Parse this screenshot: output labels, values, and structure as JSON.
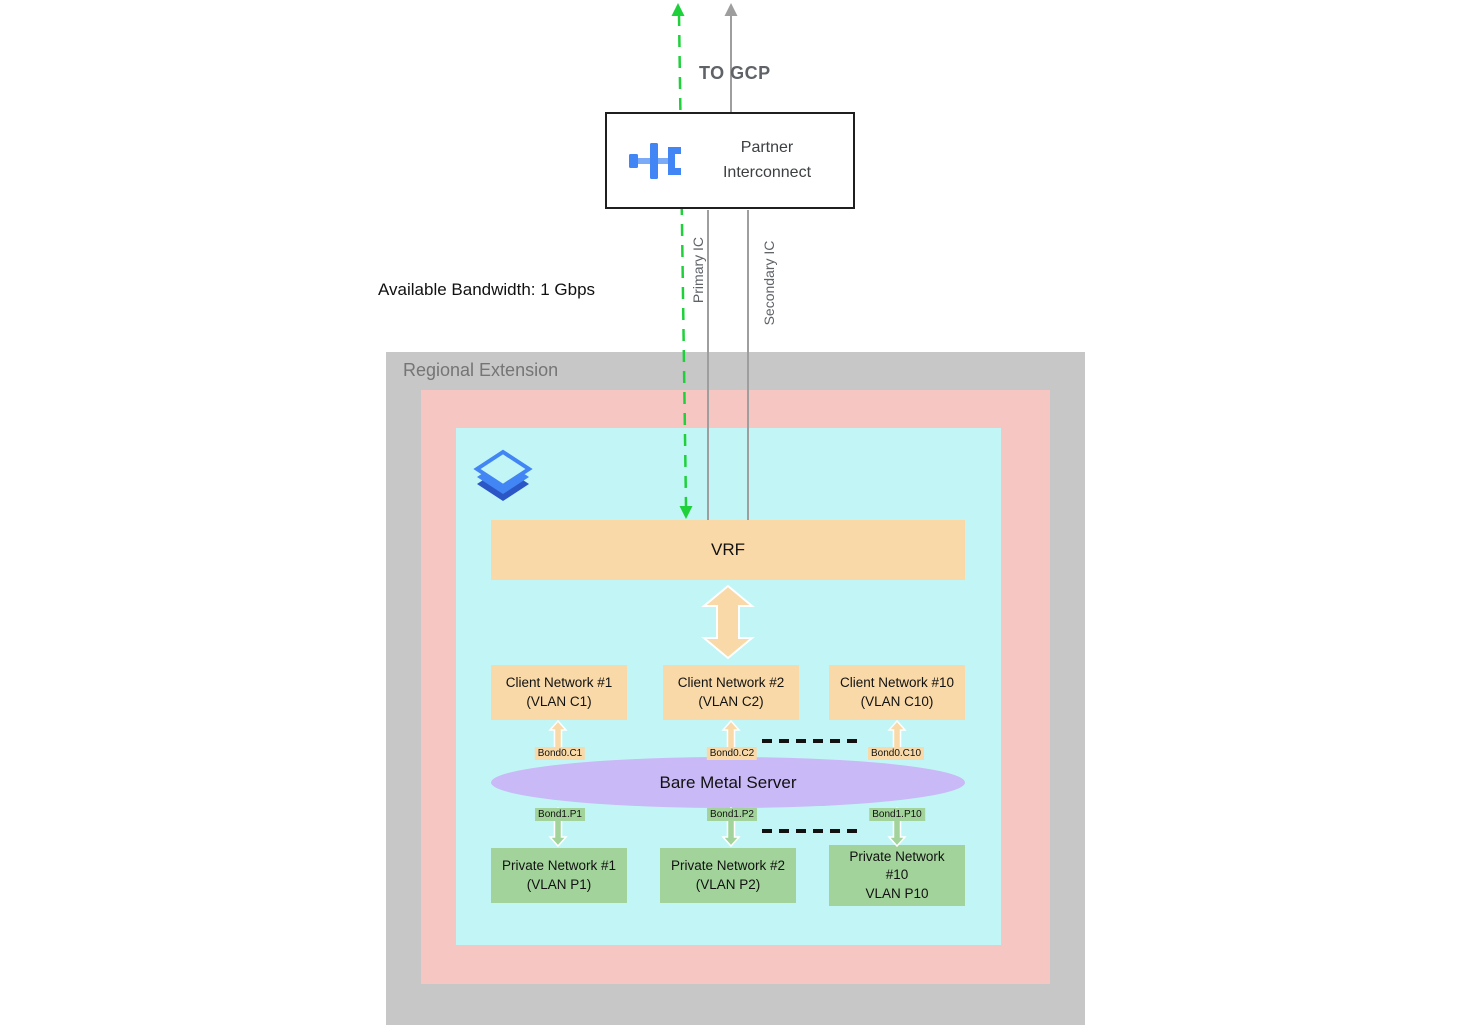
{
  "colors": {
    "accent_blue": "#4285f4",
    "accent_blue_dark": "#2a56c6",
    "green_line": "#1ed13b",
    "gray_line": "#9e9e9e",
    "peach": "#f9d9a7",
    "purple": "#c9b9f6",
    "green": "#a2d39b",
    "cyan": "#c2f6f6",
    "pink": "#f5c6c2",
    "gray_box": "#c7c7c7"
  },
  "top": {
    "to_gcp": "TO GCP",
    "bandwidth": "Available Bandwidth: 1 Gbps"
  },
  "partner_interconnect": {
    "label": "Partner\nInterconnect"
  },
  "interconnects": {
    "primary": "Primary IC",
    "secondary": "Secondary IC"
  },
  "regional_extension": {
    "label": "Regional Extension"
  },
  "vrf": {
    "label": "VRF"
  },
  "client_networks": [
    {
      "label": "Client Network #1\n(VLAN C1)",
      "bond": "Bond0.C1"
    },
    {
      "label": "Client Network #2\n(VLAN C2)",
      "bond": "Bond0.C2"
    },
    {
      "label": "Client Network #10\n(VLAN C10)",
      "bond": "Bond0.C10"
    }
  ],
  "bare_metal_server": {
    "label": "Bare Metal Server"
  },
  "private_networks": [
    {
      "label": "Private Network #1\n(VLAN P1)",
      "bond": "Bond1.P1"
    },
    {
      "label": "Private Network #2\n(VLAN P2)",
      "bond": "Bond1.P2"
    },
    {
      "label": "Private Network\n#10\nVLAN P10",
      "bond": "Bond1.P10"
    }
  ]
}
